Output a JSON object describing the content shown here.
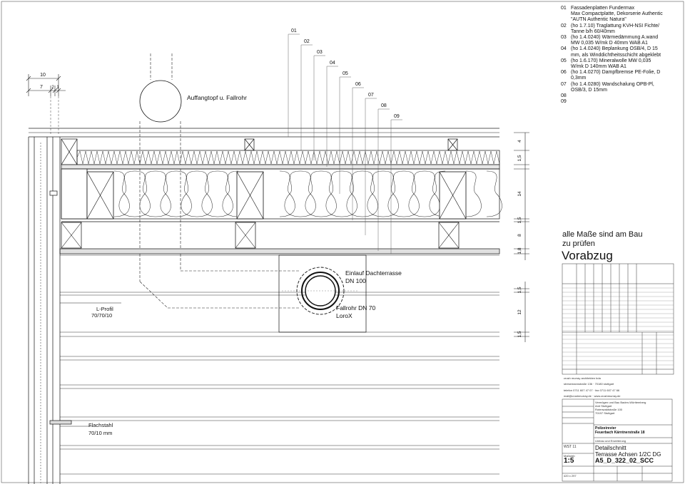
{
  "legend": [
    {
      "num": "01",
      "text": "Fassadenplatten Fundermax"
    },
    {
      "num": "",
      "text": "Max Compactplatte, Dekorserie Authentic"
    },
    {
      "num": "",
      "text": "\"AUTN Authentic Natura\""
    },
    {
      "num": "02",
      "text": "(ho 1.7.10) Traglattung KVH-NSI Fichte/"
    },
    {
      "num": "",
      "text": "Tanne b/h 60/40mm"
    },
    {
      "num": "03",
      "text": "(ho 1.4.0240) Wärmedämmung A.wand"
    },
    {
      "num": "",
      "text": "MW 0,035 W/mk D 40mm WAB A1"
    },
    {
      "num": "04",
      "text": "(ho 1.4.0240) Beplankung OSB/4, D 15"
    },
    {
      "num": "",
      "text": "mm, als Winddichtheitsschicht abgeklebt"
    },
    {
      "num": "05",
      "text": "(ho 1.6.170) Mineralwolle MW 0,035"
    },
    {
      "num": "",
      "text": "W/mk D 140mm WAB A1"
    },
    {
      "num": "06",
      "text": "(ho 1.4.0270) Dampfbremse PE-Folie, D"
    },
    {
      "num": "",
      "text": "0,3mm"
    },
    {
      "num": "07",
      "text": "(ho 1.4.0280) Wandschalung OPB-Pl,"
    },
    {
      "num": "",
      "text": "OSB/3, D 15mm"
    },
    {
      "num": "08",
      "text": ""
    },
    {
      "num": "09",
      "text": ""
    }
  ],
  "callouts": [
    "01",
    "02",
    "03",
    "04",
    "05",
    "06",
    "07",
    "08",
    "09"
  ],
  "labels": {
    "auffangtopf": "Auffangtopf u. Fallrohr",
    "einlauf_1": "Einlauf Dachterrasse",
    "einlauf_2": "DN 100",
    "fallrohr_1": "Fallrohr DN 70",
    "fallrohr_2": "LoroX",
    "lprofil_1": "L-Profil",
    "lprofil_2": "70/70/10",
    "flachstahl_1": "Flachstahl",
    "flachstahl_2": "70/10 mm"
  },
  "top_dims": {
    "total": "10",
    "left": "7",
    "mid": "2",
    "right": "1"
  },
  "right_dims": [
    "4",
    "1,5",
    "14",
    "1,5",
    "8",
    "1,8",
    "1,5",
    "12",
    "1,5"
  ],
  "note": {
    "line1": "alle Maße sind am Bau",
    "line2": "zu prüfen"
  },
  "stamp": "Vorabzug",
  "office": {
    "name": "crush murray architekten bda",
    "street": "stresemannstraße 136 · 70180 stuttgart",
    "phone": "telefon 0711 607 47 07 · fax 0711 607 47 66",
    "web": "mail@crushmurray.de · www.crushmurray.de"
  },
  "titleblock": {
    "client_1": "Vermögen und Bau Baden-Württemberg",
    "client_2": "Amt Stuttgart",
    "client_3": "Rotenwaldstraße 100",
    "client_4": "70197 Stuttgart",
    "project_1": "Polizeirevier",
    "project_2": "Feuerbach Kärntnerstraße 18",
    "project_3": "Umbau und Erweiterung",
    "title_1": "Detailschnitt",
    "title_2": "Terrasse Achsen 1/2C DG",
    "plan_no": "A5_D_322_02_SCC",
    "scale_label": "Maßstab",
    "scale": "1:5",
    "format": "420 x 297",
    "phase": "WST 11"
  }
}
